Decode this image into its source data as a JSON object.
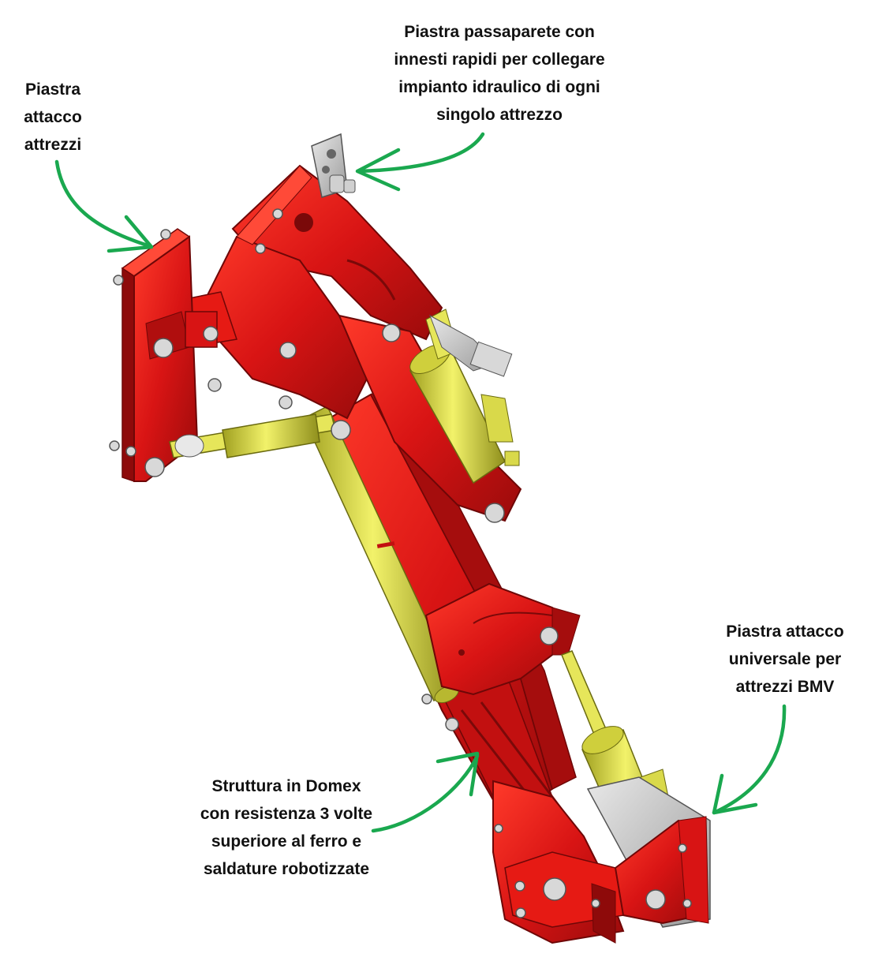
{
  "callouts": {
    "tool_plate": {
      "lines": [
        "Piastra",
        "attacco",
        "attrezzi"
      ]
    },
    "passthrough_plate": {
      "lines": [
        "Piastra passaparete con",
        "innesti rapidi per collegare",
        "impianto idraulico di ogni",
        "singolo attrezzo"
      ]
    },
    "universal_plate": {
      "lines": [
        "Piastra attacco",
        "universale per",
        "attrezzi BMV"
      ]
    },
    "structure": {
      "lines": [
        "Struttura in Domex",
        "con resistenza 3 volte",
        "superiore al ferro e",
        "saldature robotizzate"
      ]
    }
  },
  "colors": {
    "frame_red": "#d81414",
    "frame_dark_red": "#8e0a0a",
    "cylinder_yellow": "#d9d94a",
    "cylinder_dark": "#8f8f1c",
    "steel_gray": "#c8c8c8",
    "arrow_green": "#1aa84f",
    "label_text": "#111111"
  },
  "icons": {
    "arrows": [
      "green-curved-arrow",
      "green-curved-arrow",
      "green-curved-arrow",
      "green-curved-arrow"
    ]
  }
}
